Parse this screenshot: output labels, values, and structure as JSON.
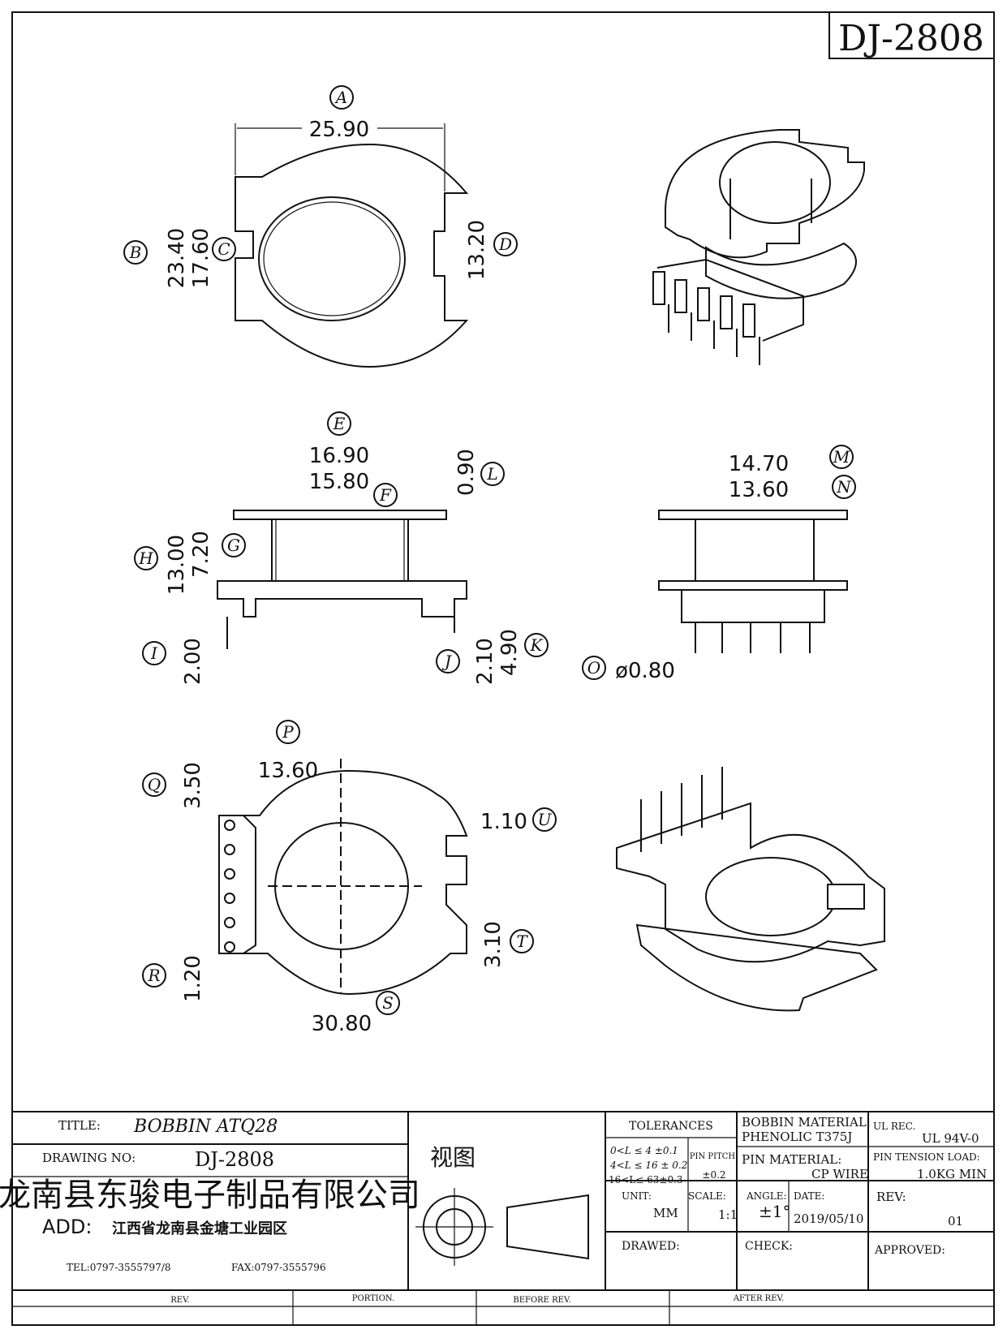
{
  "drawing_id": "DJ-2808",
  "dimensions": {
    "A": "25.90",
    "B": "23.40",
    "C": "17.60",
    "D": "13.20",
    "E": "16.90",
    "F": "15.80",
    "L": "0.90",
    "H": "13.00",
    "G": "7.20",
    "I": "2.00",
    "J": "2.10",
    "K": "4.90",
    "M": "14.70",
    "N": "13.60",
    "O": "ø0.80",
    "P": "13.60",
    "Q": "3.50",
    "U": "1.10",
    "T": "3.10",
    "R": "1.20",
    "S": "30.80"
  },
  "labels": [
    "A",
    "B",
    "C",
    "D",
    "E",
    "F",
    "G",
    "H",
    "I",
    "J",
    "K",
    "L",
    "M",
    "N",
    "O",
    "P",
    "Q",
    "R",
    "S",
    "T",
    "U"
  ],
  "title_block": {
    "title_label": "TITLE:",
    "title_value": "BOBBIN   ATQ28",
    "drawing_no_label": "DRAWING NO:",
    "drawing_no_value": "DJ-2808",
    "view_label": "视图",
    "company": "龙南县东骏电子制品有限公司",
    "address_label": "ADD:",
    "address_value": "江西省龙南县金塘工业园区",
    "tel": "TEL:0797-3555797/8",
    "fax": "FAX:0797-3555796",
    "tolerances_label": "TOLERANCES",
    "tol_row1": "0<L ≤ 4 ±0.1",
    "tol_row2": "4<L ≤ 16 ± 0.2",
    "tol_row3": "16<L≤ 63±0.3",
    "pin_pitch_label": "PIN PITCH",
    "pin_pitch_value": "±0.2",
    "bobbin_material_label": "BOBBIN MATERIAL:",
    "bobbin_material_value": "PHENOLIC  T375J",
    "ul_rec_label": "UL REC.",
    "ul_rec_value": "UL  94V-0",
    "pin_material_label": "PIN MATERIAL:",
    "pin_material_value": "CP WIRE",
    "pin_tension_label": "PIN TENSION LOAD:",
    "pin_tension_value": "1.0KG MIN",
    "unit_label": "UNIT:",
    "unit_value": "MM",
    "scale_label": "SCALE:",
    "scale_value": "1:1",
    "angle_label": "ANGLE:",
    "angle_value": "±1°",
    "date_label": "DATE:",
    "date_value": "2019/05/10",
    "rev_label": "REV:",
    "rev_value": "01",
    "drawed_label": "DRAWED:",
    "check_label": "CHECK:",
    "approved_label": "APPROVED:",
    "footer_rev": "REV.",
    "footer_portion": "PORTION.",
    "footer_before_rev": "BEFORE REV.",
    "footer_after_rev": "AFTER REV."
  }
}
